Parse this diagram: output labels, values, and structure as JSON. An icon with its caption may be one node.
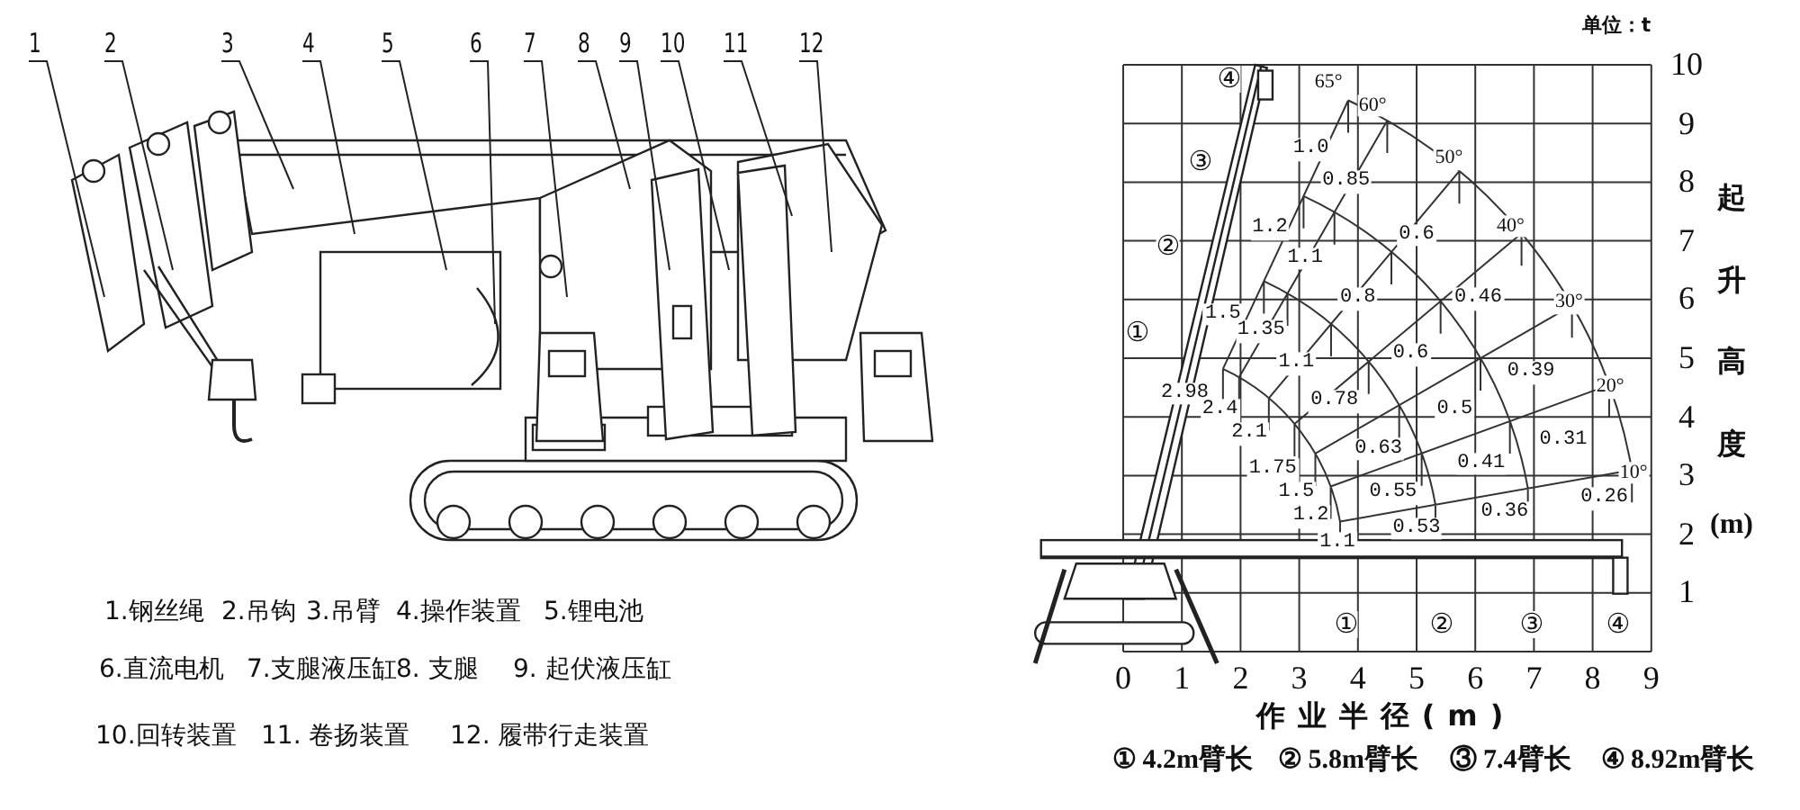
{
  "diagram": {
    "nodes": [
      {
        "text": [
          "1"
        ]
      },
      {
        "text": [
          "2"
        ]
      },
      {
        "text": [
          "3"
        ]
      },
      {
        "text": [
          "4"
        ]
      },
      {
        "text": [
          "5"
        ]
      },
      {
        "text": [
          "6"
        ]
      },
      {
        "text": [
          "7"
        ]
      },
      {
        "text": [
          "8"
        ]
      },
      {
        "text": [
          "9"
        ]
      },
      {
        "text": [
          "10"
        ]
      },
      {
        "text": [
          "11"
        ]
      },
      {
        "text": [
          "12"
        ]
      }
    ],
    "edges": [
      {
        "from": 0,
        "to": null,
        "arrow": "none"
      },
      {
        "from": 1,
        "to": null,
        "arrow": "none"
      },
      {
        "from": 2,
        "to": null,
        "arrow": "none"
      },
      {
        "from": 3,
        "to": null,
        "arrow": "none"
      },
      {
        "from": 4,
        "to": null,
        "arrow": "none"
      },
      {
        "from": 5,
        "to": null,
        "arrow": "none"
      },
      {
        "from": 6,
        "to": null,
        "arrow": "none"
      },
      {
        "from": 7,
        "to": null,
        "arrow": "none"
      },
      {
        "from": 8,
        "to": null,
        "arrow": "none"
      },
      {
        "from": 9,
        "to": null,
        "arrow": "none"
      },
      {
        "from": 10,
        "to": null,
        "arrow": "none"
      },
      {
        "from": 11,
        "to": null,
        "arrow": "none"
      }
    ],
    "labels": [
      "1.钢丝绳",
      "2.吊钩",
      "3.吊臂",
      "4.操作装置",
      "5.锂电池",
      "6.直流电机",
      "7.支腿液压缸",
      "8. 支腿",
      "9. 起伏液压缸",
      "10.回转装置",
      "11. 卷扬装置",
      "12. 履带行走装置",
      "单位：t",
      "10",
      "9",
      "8",
      "7",
      "6",
      "5",
      "4",
      "3",
      "2",
      "1",
      "起升高度",
      "(m)",
      "④",
      "③",
      "②",
      "①",
      "65°",
      "60°",
      "1.0",
      "0.85",
      "50°",
      "1.2",
      "0.6",
      "40°",
      "1.1",
      "0.8",
      "0.46",
      "30°",
      "1.5",
      "1.35",
      "1.1",
      "0.6",
      "0.39",
      "2.98",
      "2.4",
      "0.78",
      "0.5",
      "20°",
      "2.1",
      "0.63",
      "0.31",
      "1.75",
      "0.41",
      "10°",
      "1.5",
      "0.55",
      "0.26",
      "1.2",
      "0.36",
      "0.53",
      "1.1",
      "①",
      "②",
      "③",
      "④",
      "0",
      "1",
      "2",
      "3",
      "4",
      "5",
      "6",
      "7",
      "8",
      "9",
      "作业半径(m)",
      "① 4.2m臂长",
      "② 5.8m臂长",
      "③ 7.4臂长",
      "④ 8.92m臂长"
    ]
  }
}
